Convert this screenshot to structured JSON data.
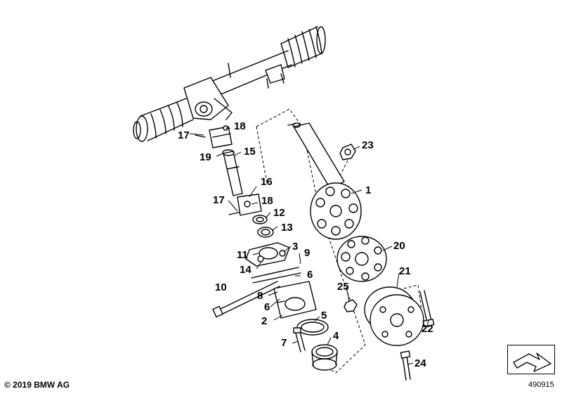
{
  "callouts": {
    "n1": "1",
    "n2": "2",
    "n3": "3",
    "n4": "4",
    "n5": "5",
    "n6a": "6",
    "n6b": "6",
    "n7": "7",
    "n8": "8",
    "n9": "9",
    "n10": "10",
    "n11": "11",
    "n12": "12",
    "n13": "13",
    "n14": "14",
    "n15": "15",
    "n16": "16",
    "n17a": "17",
    "n17b": "17",
    "n18a": "18",
    "n18b": "18",
    "n19": "19",
    "n20": "20",
    "n21": "21",
    "n22": "22",
    "n23": "23",
    "n24": "24",
    "n25": "25"
  },
  "footer": {
    "copyright": "© 2019 BMW AG",
    "diagram_id": "490915"
  },
  "icons": {
    "nav": "next-page-arrow-icon"
  }
}
